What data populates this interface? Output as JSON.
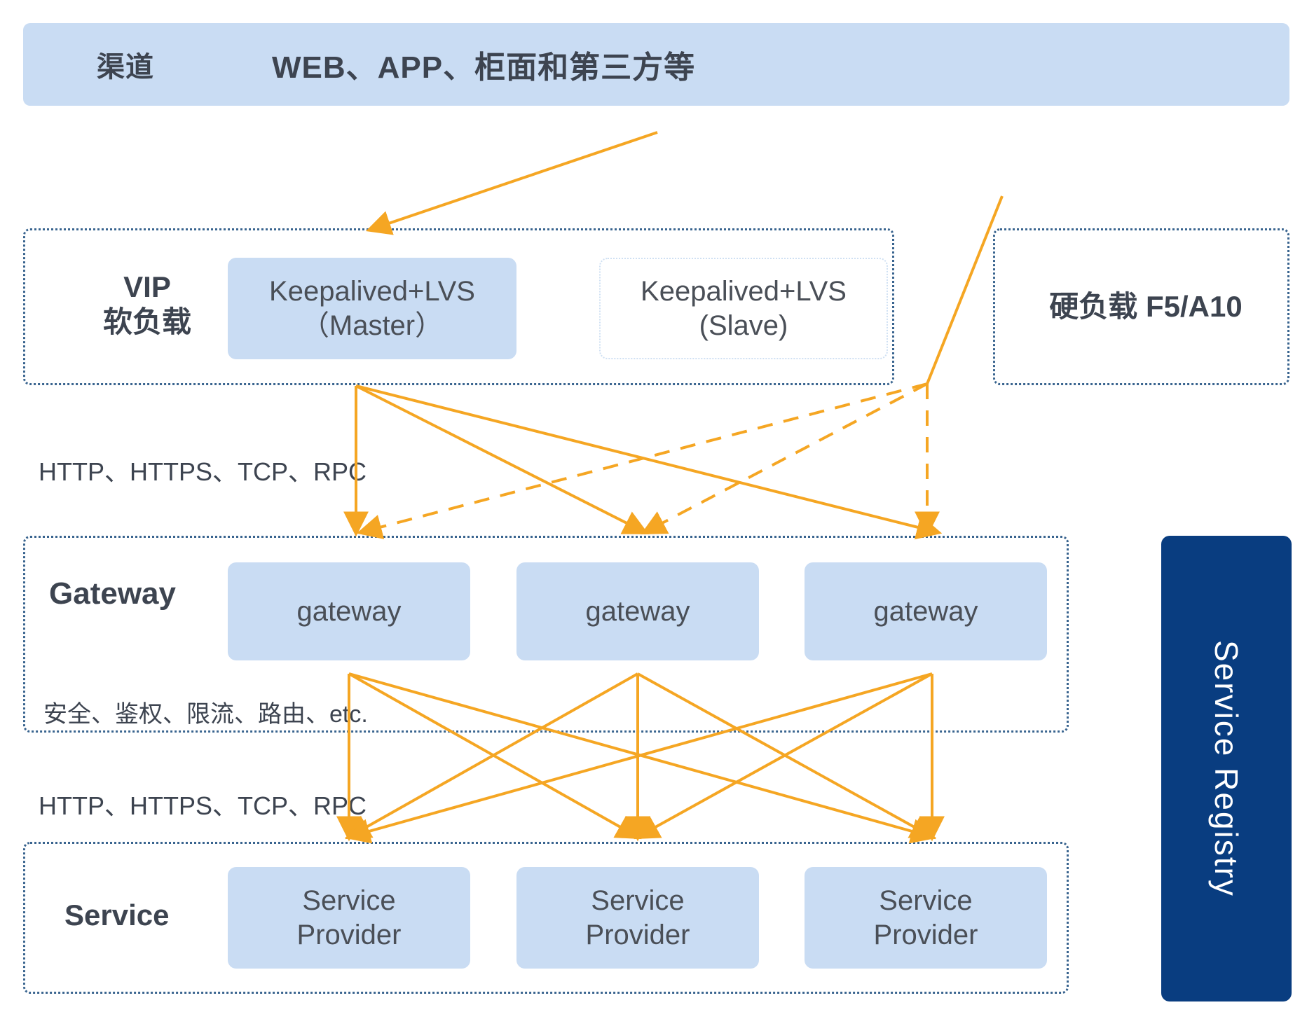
{
  "diagram": {
    "title": "Gateway layered architecture",
    "accent_color": "#f5a623",
    "node_fill": "#c9dcf3",
    "container_border": "#39648f",
    "registry_fill": "#093d80",
    "text_color": "#3d4450"
  },
  "channel": {
    "label": "渠道",
    "title": "WEB、APP、柜面和第三方等"
  },
  "vip": {
    "label": "VIP\n软负载",
    "nodes": [
      {
        "name": "lvs-master",
        "text": "Keepalived+LVS\n（Master）",
        "style": "filled"
      },
      {
        "name": "lvs-slave",
        "text": "Keepalived+LVS\n(Slave)",
        "style": "ghost"
      }
    ]
  },
  "hardware_lb": {
    "label": "硬负载  F5/A10"
  },
  "gateway": {
    "label": "Gateway",
    "note": "安全、鉴权、限流、路由、etc.",
    "nodes": [
      {
        "name": "gateway-1",
        "text": "gateway"
      },
      {
        "name": "gateway-2",
        "text": "gateway"
      },
      {
        "name": "gateway-3",
        "text": "gateway"
      }
    ]
  },
  "service": {
    "label": "Service",
    "nodes": [
      {
        "name": "service-provider-1",
        "text": "Service\nProvider"
      },
      {
        "name": "service-provider-2",
        "text": "Service\nProvider"
      },
      {
        "name": "service-provider-3",
        "text": "Service\nProvider"
      }
    ]
  },
  "protocols": {
    "vip_to_gateway": "HTTP、HTTPS、TCP、RPC",
    "gateway_to_service": "HTTP、HTTPS、TCP、RPC"
  },
  "registry": {
    "label": "Service Registry"
  },
  "connections": {
    "channel_to_vip": {
      "style": "solid",
      "from": "channel",
      "to": "vip"
    },
    "vip_to_gateway": {
      "style": "solid",
      "count": 3
    },
    "hardware_to_gateway": {
      "style": "dashed",
      "count": 3
    },
    "gateway_to_service": {
      "style": "solid",
      "count": 9
    }
  }
}
